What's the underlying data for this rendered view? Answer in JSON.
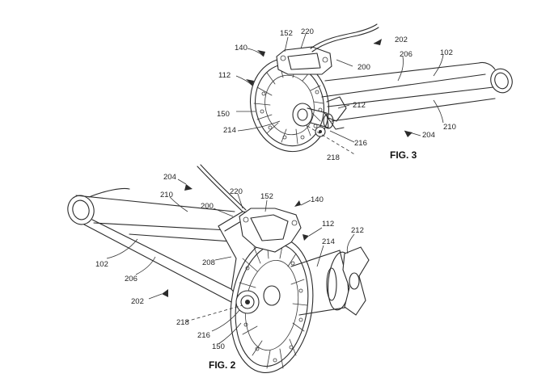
{
  "fig3": {
    "caption": "FIG. 3",
    "labels": {
      "l152": "152",
      "l220": "220",
      "l140": "140",
      "l202": "202",
      "l206": "206",
      "l102": "102",
      "l112": "112",
      "l200": "200",
      "l212": "212",
      "l150": "150",
      "l210": "210",
      "l214": "214",
      "l204": "204",
      "l216": "216",
      "l218": "218"
    }
  },
  "fig2": {
    "caption": "FIG. 2",
    "labels": {
      "l204": "204",
      "l210": "210",
      "l200": "200",
      "l220": "220",
      "l152": "152",
      "l140": "140",
      "l112": "112",
      "l212": "212",
      "l214": "214",
      "l208": "208",
      "l102": "102",
      "l206": "206",
      "l202": "202",
      "l218": "218",
      "l216": "216",
      "l150": "150"
    }
  }
}
